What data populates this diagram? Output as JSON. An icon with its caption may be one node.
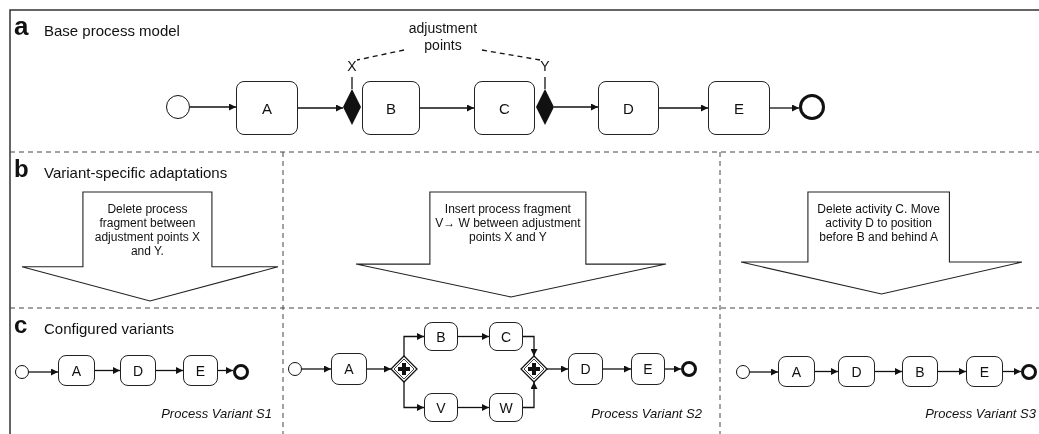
{
  "diagram": {
    "nodes": [
      {
        "text": [
          "adjustment points"
        ]
      },
      {
        "text": [],
        "shape": "circle"
      },
      {
        "text": [
          "A"
        ]
      },
      {
        "text": [
          "X"
        ]
      },
      {
        "text": [
          "B"
        ]
      },
      {
        "text": [
          "C"
        ]
      },
      {
        "text": [
          "Y"
        ]
      },
      {
        "text": [
          "D"
        ]
      },
      {
        "text": [
          "E"
        ]
      },
      {
        "text": [],
        "shape": "circle"
      },
      {
        "text": [
          "Delete process fragment between adjustment points X and Y."
        ]
      },
      {
        "text": [
          "Insert process fragment V→ W between adjustment points X and Y"
        ]
      },
      {
        "text": [
          "Delete activity C. Move activity D to position before B and behind A"
        ]
      },
      {
        "text": [],
        "shape": "circle"
      },
      {
        "text": [
          "A"
        ]
      },
      {
        "text": [
          "D"
        ]
      },
      {
        "text": [
          "E"
        ]
      },
      {
        "text": [],
        "shape": "circle"
      },
      {
        "text": [],
        "shape": "circle"
      },
      {
        "text": [
          "A"
        ]
      },
      {
        "text": [],
        "shape": "diamond"
      },
      {
        "text": [
          "B"
        ]
      },
      {
        "text": [
          "C"
        ]
      },
      {
        "text": [
          "V"
        ]
      },
      {
        "text": [
          "W"
        ]
      },
      {
        "text": [],
        "shape": "diamond"
      },
      {
        "text": [
          "D"
        ]
      },
      {
        "text": [
          "E"
        ]
      },
      {
        "text": [],
        "shape": "circle"
      },
      {
        "text": [],
        "shape": "circle"
      },
      {
        "text": [
          "A"
        ]
      },
      {
        "text": [
          "D"
        ]
      },
      {
        "text": [
          "B"
        ]
      },
      {
        "text": [
          "E"
        ]
      },
      {
        "text": [],
        "shape": "circle"
      }
    ],
    "edges": [
      {
        "from": 0,
        "to": 3,
        "arrow": "none",
        "style": "dashed"
      },
      {
        "from": 0,
        "to": 6,
        "arrow": "none",
        "style": "dashed"
      },
      {
        "from": 1,
        "to": 2,
        "arrow": "to"
      },
      {
        "from": 2,
        "to": 3,
        "arrow": "to"
      },
      {
        "from": 4,
        "to": 5,
        "arrow": "to"
      },
      {
        "from": 6,
        "to": 7,
        "arrow": "to"
      },
      {
        "from": 7,
        "to": 8,
        "arrow": "to"
      },
      {
        "from": 8,
        "to": 9,
        "arrow": "to"
      },
      {
        "from": 13,
        "to": 14,
        "arrow": "to"
      },
      {
        "from": 14,
        "to": 15,
        "arrow": "to"
      },
      {
        "from": 15,
        "to": 16,
        "arrow": "to"
      },
      {
        "from": 16,
        "to": 17,
        "arrow": "to"
      },
      {
        "from": 18,
        "to": 19,
        "arrow": "to"
      },
      {
        "from": 19,
        "to": 20,
        "arrow": "to"
      },
      {
        "from": 20,
        "to": 21,
        "arrow": "to"
      },
      {
        "from": 21,
        "to": 22,
        "arrow": "to"
      },
      {
        "from": 20,
        "to": 23,
        "arrow": "to"
      },
      {
        "from": 23,
        "to": 24,
        "arrow": "to"
      },
      {
        "from": 22,
        "to": 25,
        "arrow": "to"
      },
      {
        "from": 24,
        "to": 25,
        "arrow": "to"
      },
      {
        "from": 25,
        "to": 26,
        "arrow": "to"
      },
      {
        "from": 26,
        "to": 27,
        "arrow": "to"
      },
      {
        "from": 27,
        "to": 28,
        "arrow": "to"
      },
      {
        "from": 29,
        "to": 30,
        "arrow": "to"
      },
      {
        "from": 30,
        "to": 31,
        "arrow": "to"
      },
      {
        "from": 31,
        "to": 32,
        "arrow": "to"
      },
      {
        "from": 32,
        "to": 33,
        "arrow": "to"
      },
      {
        "from": 33,
        "to": 34,
        "arrow": "to"
      }
    ],
    "labels": [
      "a",
      "Base process model",
      "b",
      "Variant-specific adaptations",
      "c",
      "Configured variants",
      "Process Variant S1",
      "Process Variant S2",
      "Process Variant S3"
    ]
  }
}
